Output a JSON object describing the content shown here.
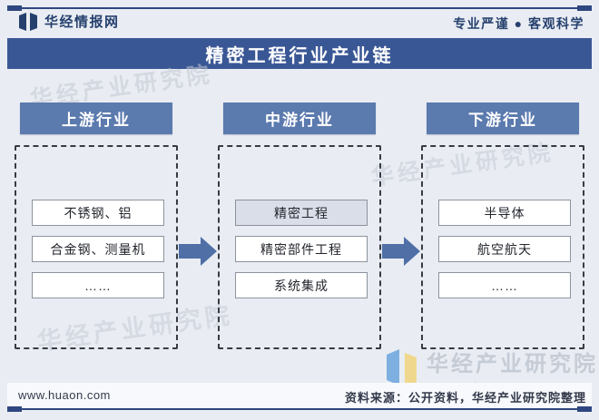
{
  "header": {
    "logo_text": "华经情报网",
    "tagline": "专业严谨 ● 客观科学"
  },
  "title": "精密工程行业产业链",
  "columns": [
    {
      "header": "上游行业",
      "items": [
        "不锈钢、铝",
        "合金钢、测量机",
        "……"
      ]
    },
    {
      "header": "中游行业",
      "items": [
        "精密工程",
        "精密部件工程",
        "系统集成"
      ]
    },
    {
      "header": "下游行业",
      "items": [
        "半导体",
        "航空航天",
        "……"
      ]
    }
  ],
  "footer": {
    "website": "www.huaon.com",
    "source": "资料来源：公开资料，华经产业研究院整理"
  },
  "watermarks": {
    "brand": "华经产业研究院",
    "site": "www.huaon.com"
  },
  "icons": {
    "logo": "huajing-book-logo",
    "arrow": "flow-arrow-right"
  },
  "colors": {
    "title_bar": "#3a5795",
    "column_header": "#5b7aae",
    "arrow": "#4f6fa6",
    "highlight_box_fill": "#d9dee8",
    "page_background": "#e9edf3",
    "rule": "#2f4780"
  }
}
